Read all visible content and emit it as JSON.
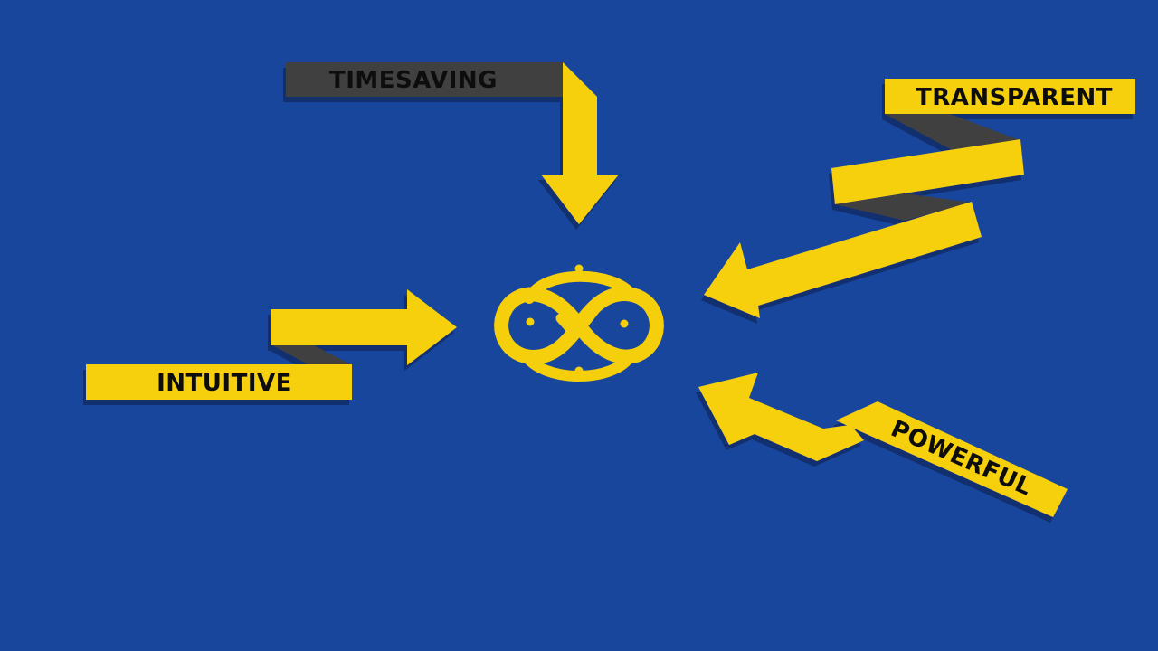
{
  "colors": {
    "background": "#17469c",
    "ribbon_yellow": "#f6cf0c",
    "ribbon_fold_gray": "#3f3f3f",
    "shadow": "#0c2a66",
    "label_text": "#111111"
  },
  "center_icon": {
    "icon": "infinity-clock-check-icon"
  },
  "ribbons": {
    "timesaving": {
      "label": "TIMESAVING",
      "icon": "arrow-down-icon"
    },
    "transparent": {
      "label": "TRANSPARENT",
      "icon": "arrow-left-icon"
    },
    "intuitive": {
      "label": "INTUITIVE",
      "icon": "arrow-right-icon"
    },
    "powerful": {
      "label": "POWERFUL",
      "icon": "arrow-up-left-icon"
    }
  }
}
